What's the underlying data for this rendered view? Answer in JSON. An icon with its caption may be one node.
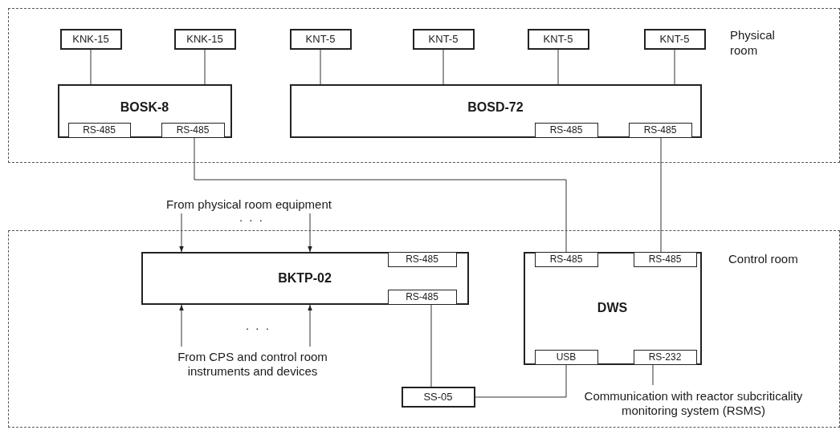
{
  "diagram": {
    "nodes": [
      {
        "text": [
          "Physical room"
        ]
      },
      {
        "text": [
          "KNK-15"
        ],
        "in": 0
      },
      {
        "text": [
          "KNK-15"
        ],
        "in": 0
      },
      {
        "text": [
          "KNT-5"
        ],
        "in": 0
      },
      {
        "text": [
          "KNT-5"
        ],
        "in": 0
      },
      {
        "text": [
          "KNT-5"
        ],
        "in": 0
      },
      {
        "text": [
          "KNT-5"
        ],
        "in": 0
      },
      {
        "text": [
          "BOSK-8"
        ],
        "in": 0
      },
      {
        "text": [
          "RS-485"
        ],
        "in": 7
      },
      {
        "text": [
          "RS-485"
        ],
        "in": 7
      },
      {
        "text": [
          "BOSD-72"
        ],
        "in": 0
      },
      {
        "text": [
          "RS-485"
        ],
        "in": 10
      },
      {
        "text": [
          "RS-485"
        ],
        "in": 10
      },
      {
        "text": [
          "From physical room equipment"
        ]
      },
      {
        "text": [
          "Control room"
        ]
      },
      {
        "text": [
          "BKTP-02"
        ],
        "in": 14
      },
      {
        "text": [
          "RS-485"
        ],
        "in": 15
      },
      {
        "text": [
          "RS-485"
        ],
        "in": 15
      },
      {
        "text": [
          "DWS"
        ],
        "in": 14
      },
      {
        "text": [
          "RS-485"
        ],
        "in": 18
      },
      {
        "text": [
          "RS-485"
        ],
        "in": 18
      },
      {
        "text": [
          "USB"
        ],
        "in": 18
      },
      {
        "text": [
          "RS-232"
        ],
        "in": 18
      },
      {
        "text": [
          "From CPS and control room instruments and devices"
        ],
        "in": 14
      },
      {
        "text": [
          "SS-05"
        ],
        "in": 14
      },
      {
        "text": [
          "Communication with reactor subcriticality monitoring system (RSMS)"
        ],
        "in": 14
      }
    ],
    "edges": [
      {
        "from": 1,
        "to": 7,
        "arrow": "none"
      },
      {
        "from": 2,
        "to": 7,
        "arrow": "none"
      },
      {
        "from": 3,
        "to": 10,
        "arrow": "none"
      },
      {
        "from": 4,
        "to": 10,
        "arrow": "none"
      },
      {
        "from": 5,
        "to": 10,
        "arrow": "none"
      },
      {
        "from": 6,
        "to": 10,
        "arrow": "none"
      },
      {
        "from": 9,
        "to": 19,
        "arrow": "none"
      },
      {
        "from": 12,
        "to": 20,
        "arrow": "none"
      },
      {
        "from": 13,
        "to": 15,
        "arrow": "to"
      },
      {
        "from": 13,
        "to": 15,
        "arrow": "to"
      },
      {
        "from": 23,
        "to": 15,
        "arrow": "to"
      },
      {
        "from": 23,
        "to": 15,
        "arrow": "to"
      },
      {
        "from": 17,
        "to": 24,
        "arrow": "none"
      },
      {
        "from": 24,
        "to": 21,
        "arrow": "none"
      },
      {
        "from": 22,
        "to": 25,
        "arrow": "none"
      }
    ],
    "labels": [
      ". . .",
      ". . ."
    ]
  }
}
